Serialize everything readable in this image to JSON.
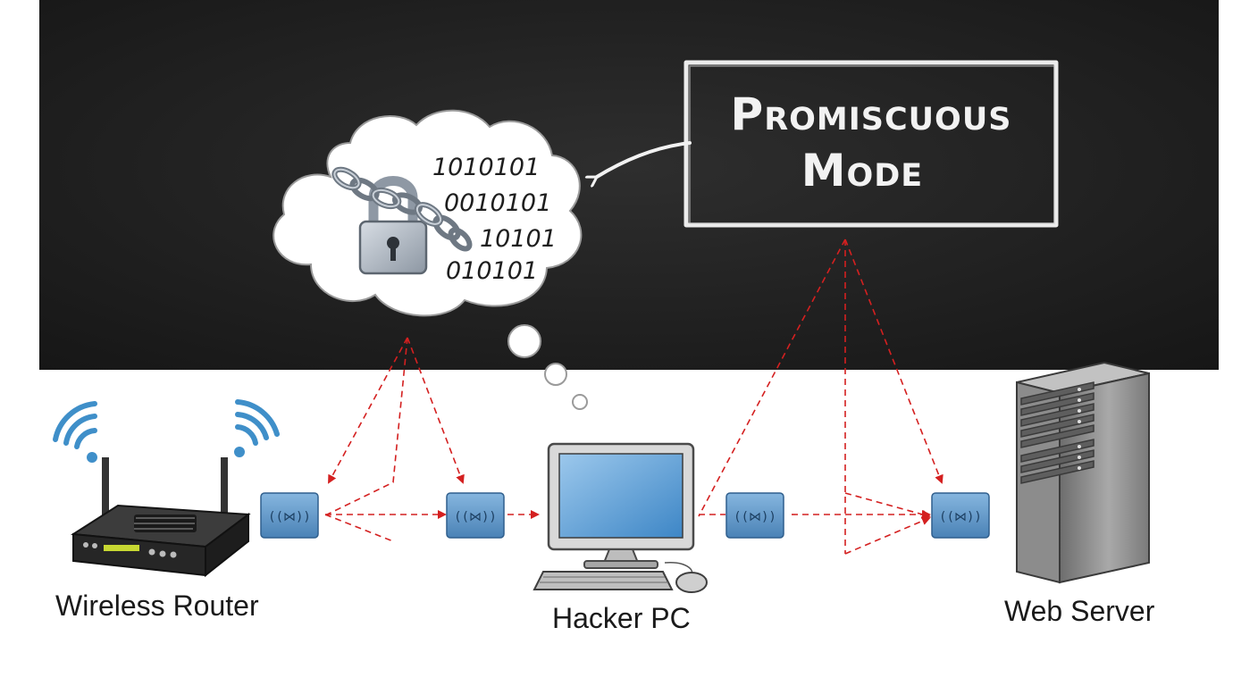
{
  "chalkboard": {
    "title_line1": "Promiscuous",
    "title_line2": "Mode"
  },
  "thought_cloud": {
    "binary_lines": [
      "1010101",
      "0010101",
      "10101",
      "010101"
    ],
    "icon": "padlock-with-chain-icon"
  },
  "nodes": {
    "router_label": "Wireless Router",
    "hacker_label": "Hacker PC",
    "server_label": "Web Server"
  },
  "packets": {
    "count": 4,
    "icon": "network-packet-icon"
  },
  "colors": {
    "chalkboard": "#222222",
    "chalk": "#f2f2f2",
    "sniff_arrows": "#d42020",
    "packet": "#5b93c4",
    "wifi": "#3f8fc9",
    "screen": "#6aa8d8"
  }
}
